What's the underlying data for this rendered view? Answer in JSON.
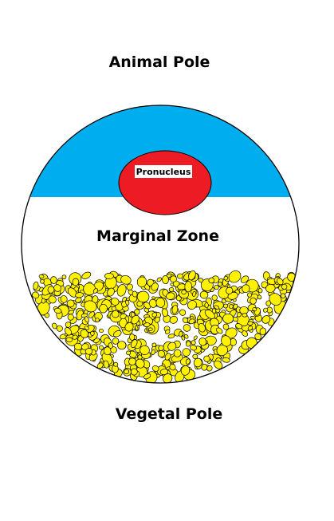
{
  "labels": {
    "animal_pole": "Animal Pole",
    "marginal_zone": "Marginal Zone",
    "vegetal_pole": "Vegetal Pole",
    "pronucleus": "Pronucleus"
  },
  "colors": {
    "animal_cap": "#00aeef",
    "marginal_zone": "#ffffff",
    "pronucleus": "#ed1c24",
    "yolk_platelet": "#fff200",
    "outline": "#000000"
  }
}
